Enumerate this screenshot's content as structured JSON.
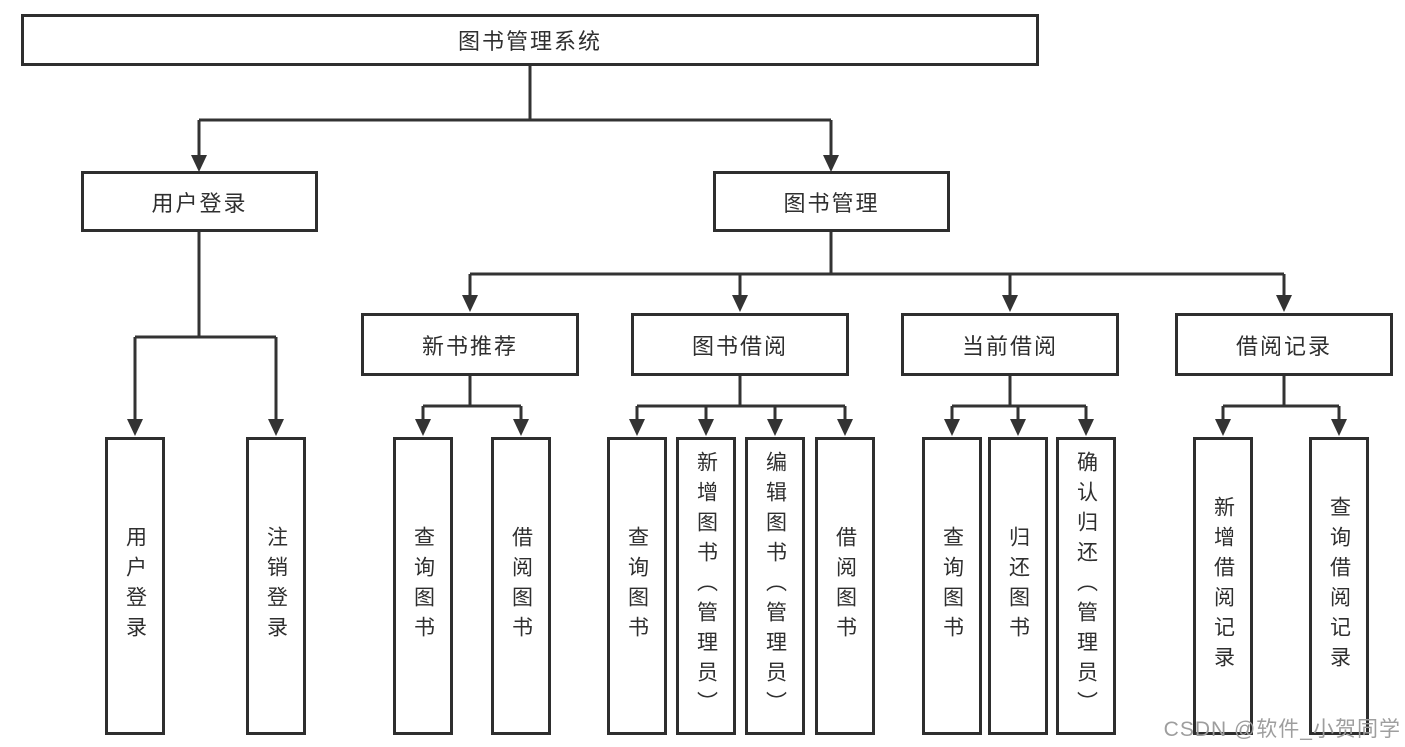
{
  "tree": {
    "root": "图书管理系统",
    "branches": [
      {
        "label": "用户登录",
        "children": [
          "用户登录",
          "注销登录"
        ]
      },
      {
        "label": "图书管理",
        "sections": [
          {
            "label": "新书推荐",
            "children": [
              "查询图书",
              "借阅图书"
            ]
          },
          {
            "label": "图书借阅",
            "children": [
              "查询图书",
              "新增图书（管理员）",
              "编辑图书（管理员）",
              "借阅图书"
            ]
          },
          {
            "label": "当前借阅",
            "children": [
              "查询图书",
              "归还图书",
              "确认归还（管理员）"
            ]
          },
          {
            "label": "借阅记录",
            "children": [
              "新增借阅记录",
              "查询借阅记录"
            ]
          }
        ]
      }
    ]
  },
  "watermark": {
    "text": "CSDN @软件_小贺同学"
  },
  "colors": {
    "line": "#333333",
    "box_border": "#2e2e2e",
    "text": "#2f2f2f",
    "watermark": "#9e9e9e",
    "background": "#ffffff"
  }
}
